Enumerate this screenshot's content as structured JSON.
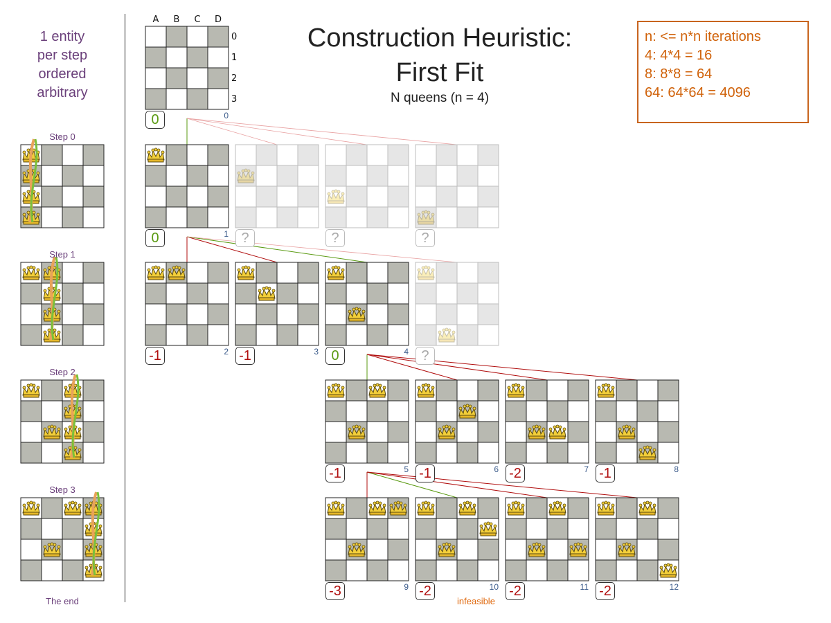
{
  "title_line1": "Construction Heuristic:",
  "title_line2": "First Fit",
  "subtitle": "N queens (n = 4)",
  "note_lines": [
    "n: <= n*n iterations",
    "4: 4*4 = 16",
    "8: 8*8 = 64",
    "64: 64*64 = 4096"
  ],
  "left_desc": [
    "1 entity",
    "per step",
    "ordered",
    "arbitrary"
  ],
  "column_labels": [
    "A",
    "B",
    "C",
    "D"
  ],
  "row_labels": [
    "0",
    "1",
    "2",
    "3"
  ],
  "steps": [
    "Step 0",
    "Step 1",
    "Step 2",
    "Step 3"
  ],
  "end_label": "The end",
  "infeasible_label": "infeasible",
  "colors": {
    "light_square": "#ffffff",
    "dark_square": "#b8b9b1",
    "ghost_dark": "#e6e6e6",
    "feasible": "#5a9a12",
    "infeasible": "#b00e0e",
    "note": "#d0620a",
    "label": "#6a3f7a"
  },
  "tree_nodes": [
    {
      "index": "0",
      "score": "0",
      "status": "pos",
      "queens": []
    },
    {
      "index": "1",
      "score": "0",
      "status": "pos",
      "queens": [
        0
      ]
    },
    {
      "index": "",
      "score": "?",
      "status": "unk",
      "queens": [
        1
      ],
      "ghost": true
    },
    {
      "index": "",
      "score": "?",
      "status": "unk",
      "queens": [
        2
      ],
      "ghost": true
    },
    {
      "index": "",
      "score": "?",
      "status": "unk",
      "queens": [
        3
      ],
      "ghost": true
    },
    {
      "index": "2",
      "score": "-1",
      "status": "neg",
      "queens": [
        0,
        0
      ]
    },
    {
      "index": "3",
      "score": "-1",
      "status": "neg",
      "queens": [
        0,
        1
      ]
    },
    {
      "index": "4",
      "score": "0",
      "status": "pos",
      "queens": [
        0,
        2
      ]
    },
    {
      "index": "",
      "score": "?",
      "status": "unk",
      "queens": [
        0,
        3
      ],
      "ghost": true
    },
    {
      "index": "5",
      "score": "-1",
      "status": "neg",
      "queens": [
        0,
        2,
        0
      ]
    },
    {
      "index": "6",
      "score": "-1",
      "status": "neg",
      "queens": [
        0,
        2,
        1
      ]
    },
    {
      "index": "7",
      "score": "-2",
      "status": "neg",
      "queens": [
        0,
        2,
        2
      ]
    },
    {
      "index": "8",
      "score": "-1",
      "status": "neg",
      "queens": [
        0,
        2,
        3
      ]
    },
    {
      "index": "9",
      "score": "-3",
      "status": "neg",
      "queens": [
        0,
        2,
        0,
        0
      ]
    },
    {
      "index": "10",
      "score": "-2",
      "status": "neg",
      "queens": [
        0,
        2,
        0,
        1
      ],
      "infeasible": true
    },
    {
      "index": "11",
      "score": "-2",
      "status": "neg",
      "queens": [
        0,
        2,
        0,
        2
      ]
    },
    {
      "index": "12",
      "score": "-2",
      "status": "neg",
      "queens": [
        0,
        2,
        0,
        3
      ]
    }
  ],
  "tree_edges": [
    {
      "from": "0",
      "to": "1",
      "kind": "selected"
    },
    {
      "from": "0",
      "to": "?1",
      "kind": "skipped"
    },
    {
      "from": "0",
      "to": "?2",
      "kind": "skipped"
    },
    {
      "from": "0",
      "to": "?3",
      "kind": "skipped"
    },
    {
      "from": "1",
      "to": "2",
      "kind": "rejected"
    },
    {
      "from": "1",
      "to": "3",
      "kind": "rejected"
    },
    {
      "from": "1",
      "to": "4",
      "kind": "selected"
    },
    {
      "from": "1",
      "to": "?4",
      "kind": "skipped"
    },
    {
      "from": "4",
      "to": "5",
      "kind": "selected"
    },
    {
      "from": "4",
      "to": "6",
      "kind": "rejected"
    },
    {
      "from": "4",
      "to": "7",
      "kind": "rejected"
    },
    {
      "from": "4",
      "to": "8",
      "kind": "rejected"
    },
    {
      "from": "5",
      "to": "9",
      "kind": "rejected"
    },
    {
      "from": "5",
      "to": "10",
      "kind": "selected"
    },
    {
      "from": "5",
      "to": "11",
      "kind": "rejected"
    },
    {
      "from": "5",
      "to": "12",
      "kind": "rejected"
    }
  ],
  "step_boards": [
    {
      "queens": [
        0,
        1,
        2,
        3
      ],
      "candidate_column": 0
    },
    {
      "queens": [
        0,
        1,
        2,
        3
      ],
      "fixed": [
        0
      ],
      "candidate_column": 1
    },
    {
      "queens": [
        0,
        2,
        0,
        1,
        2,
        3
      ],
      "fixed": [
        0,
        2
      ],
      "candidate_column": 2
    },
    {
      "queens": [
        0,
        2,
        0,
        0,
        1,
        2,
        3
      ],
      "fixed": [
        0,
        2,
        0
      ],
      "candidate_column": 3
    }
  ]
}
